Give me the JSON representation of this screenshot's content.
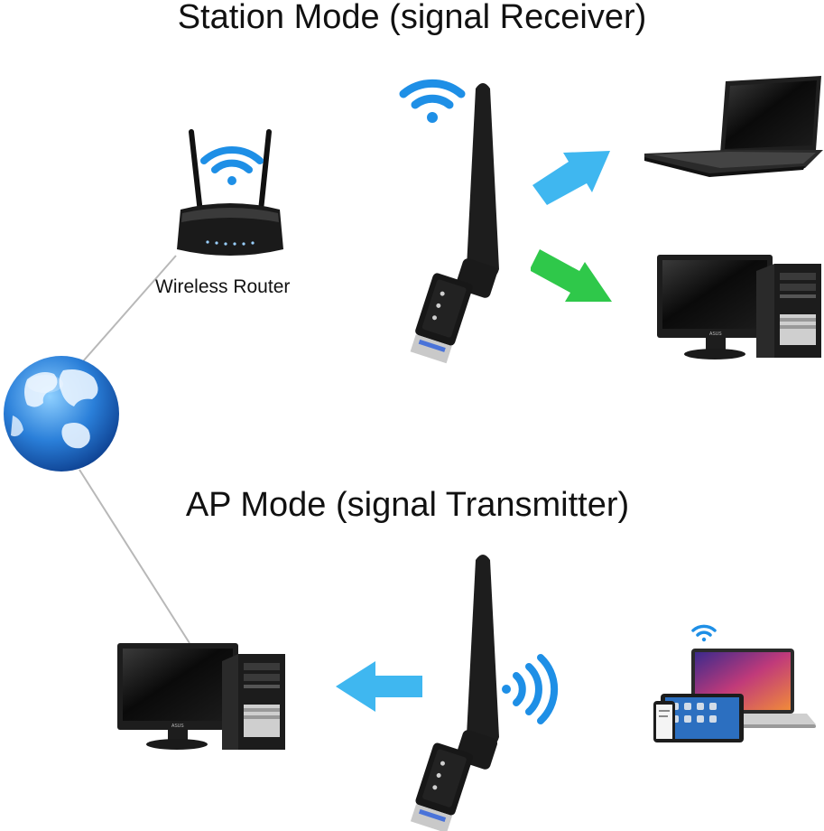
{
  "titles": {
    "station_mode": "Station Mode (signal Receiver)",
    "ap_mode": "AP Mode (signal Transmitter)"
  },
  "labels": {
    "wireless_router": "Wireless Router",
    "monitor_brand": "ASUS"
  },
  "colors": {
    "wifi_blue": "#1e8fe6",
    "arrow_blue": "#3fb7f0",
    "arrow_green": "#2fc84a",
    "device_black": "#1b1b1b",
    "globe_blue": "#2a7fd9",
    "line_gray": "#b8b8b8"
  },
  "icons": [
    "wifi-icon",
    "globe-icon",
    "router-icon",
    "usb-adapter-icon",
    "laptop-icon",
    "desktop-pc-icon",
    "arrow-icon",
    "tablet-icon",
    "phone-icon",
    "signal-waves-icon"
  ]
}
